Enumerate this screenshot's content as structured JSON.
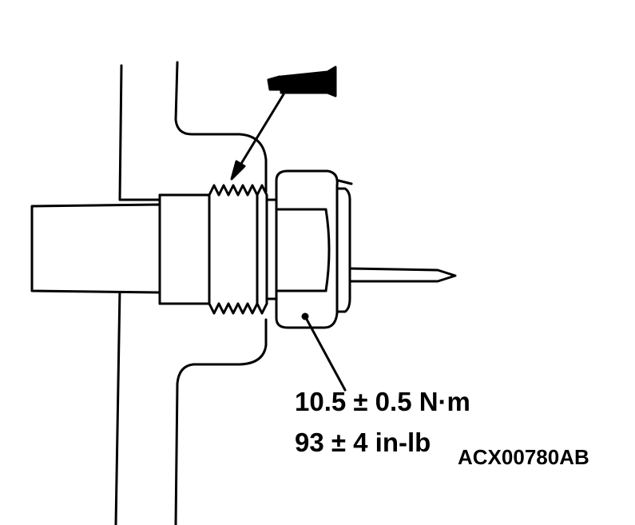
{
  "labels": {
    "torque_nm": "10.5 ± 0.5 N·m",
    "torque_inlb": "93 ± 4 in-lb",
    "figure_code": "ACX00780AB"
  },
  "colors": {
    "line": "#000000",
    "background": "#ffffff"
  }
}
